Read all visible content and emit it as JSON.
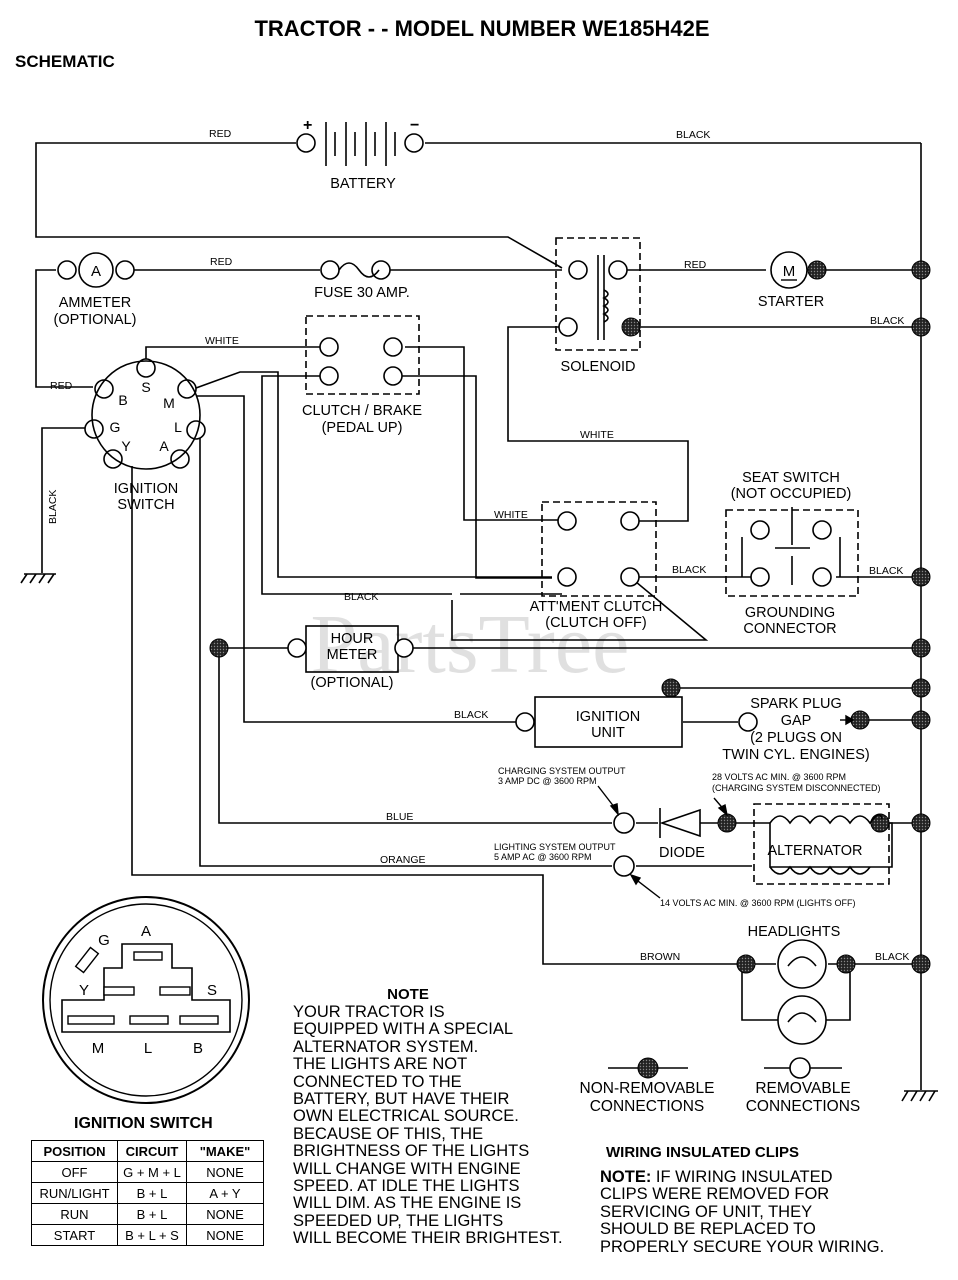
{
  "header": {
    "title": "TRACTOR - - MODEL NUMBER WE185H42E",
    "subtitle": "SCHEMATIC"
  },
  "watermark": "PartsTree",
  "components": {
    "battery": "BATTERY",
    "battery_pos": "+",
    "battery_neg": "−",
    "ammeter_symbol": "A",
    "ammeter_l1": "AMMETER",
    "ammeter_l2": "(OPTIONAL)",
    "fuse": "FUSE 30 AMP.",
    "solenoid": "SOLENOID",
    "starter_symbol": "M",
    "starter": "STARTER",
    "clutch_brake_l1": "CLUTCH / BRAKE",
    "clutch_brake_l2": "(PEDAL UP)",
    "ignition_switch_l1": "IGNITION",
    "ignition_switch_l2": "SWITCH",
    "seat_switch_l1": "SEAT SWITCH",
    "seat_switch_l2": "(NOT OCCUPIED)",
    "attment_clutch_l1": "ATT'MENT CLUTCH",
    "attment_clutch_l2": "(CLUTCH OFF)",
    "grounding_l1": "GROUNDING",
    "grounding_l2": "CONNECTOR",
    "hour_meter_l1": "HOUR",
    "hour_meter_l2": "METER",
    "hour_meter_l3": "(OPTIONAL)",
    "ignition_unit_l1": "IGNITION",
    "ignition_unit_l2": "UNIT",
    "spark_l1": "SPARK PLUG",
    "spark_l2": "GAP",
    "spark_l3": "(2 PLUGS ON",
    "spark_l4": "TWIN CYL. ENGINES)",
    "diode": "DIODE",
    "alternator": "ALTERNATOR",
    "headlights": "HEADLIGHTS",
    "charging_output_l1": "CHARGING SYSTEM OUTPUT",
    "charging_output_l2": "3 AMP DC @ 3600 RPM",
    "volts28_l1": "28 VOLTS AC MIN. @ 3600 RPM",
    "volts28_l2": "(CHARGING SYSTEM DISCONNECTED)",
    "lighting_output_l1": "LIGHTING SYSTEM OUTPUT",
    "lighting_output_l2": "5 AMP AC @ 3600 RPM",
    "volts14": "14 VOLTS AC MIN. @ 3600 RPM (LIGHTS OFF)",
    "terminals": {
      "S": "S",
      "B": "B",
      "M": "M",
      "G": "G",
      "L": "L",
      "Y": "Y",
      "A": "A"
    }
  },
  "wires": {
    "red": "RED",
    "black": "BLACK",
    "white": "WHITE",
    "blue": "BLUE",
    "orange": "ORANGE",
    "brown": "BROWN"
  },
  "legend": {
    "non_removable_l1": "NON-REMOVABLE",
    "non_removable_l2": "CONNECTIONS",
    "removable_l1": "REMOVABLE",
    "removable_l2": "CONNECTIONS"
  },
  "note": {
    "title": "NOTE",
    "lines": [
      "YOUR TRACTOR IS",
      "EQUIPPED WITH A SPECIAL",
      "ALTERNATOR SYSTEM.",
      "THE LIGHTS ARE NOT",
      "CONNECTED TO THE",
      "BATTERY, BUT HAVE THEIR",
      "OWN ELECTRICAL SOURCE.",
      "BECAUSE OF THIS, THE",
      "BRIGHTNESS OF THE LIGHTS",
      "WILL CHANGE WITH ENGINE",
      "SPEED.  AT IDLE THE LIGHTS",
      "WILL DIM.  AS THE ENGINE IS",
      "SPEEDED UP, THE LIGHTS",
      "WILL BECOME THEIR BRIGHTEST."
    ]
  },
  "clips": {
    "title": "WIRING INSULATED CLIPS",
    "note_label": "NOTE:",
    "lines": [
      " IF WIRING INSULATED",
      "CLIPS WERE REMOVED FOR",
      "SERVICING OF UNIT, THEY",
      "SHOULD BE REPLACED TO",
      "PROPERLY SECURE YOUR WIRING."
    ]
  },
  "ignition_table": {
    "title": "IGNITION SWITCH",
    "headers": [
      "POSITION",
      "CIRCUIT",
      "\"MAKE\""
    ],
    "rows": [
      [
        "OFF",
        "G + M + L",
        "NONE"
      ],
      [
        "RUN/LIGHT",
        "B + L",
        "A + Y"
      ],
      [
        "RUN",
        "B + L",
        "NONE"
      ],
      [
        "START",
        "B + L + S",
        "NONE"
      ]
    ]
  },
  "switch_face": {
    "labels": {
      "G": "G",
      "A": "A",
      "Y": "Y",
      "S": "S",
      "M": "M",
      "L": "L",
      "B": "B"
    }
  }
}
